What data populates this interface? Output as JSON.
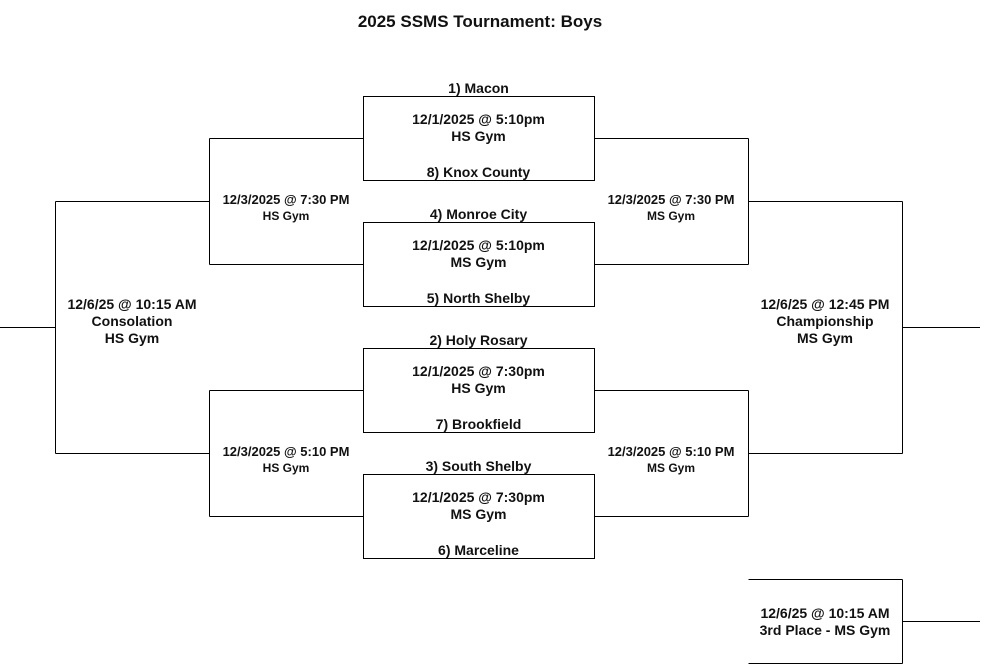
{
  "title": "2025 SSMS Tournament:  Boys",
  "round1": [
    {
      "top_team": "1) Macon",
      "date": "12/1/2025 @ 5:10pm",
      "location": "HS Gym",
      "bottom_team": "8) Knox County"
    },
    {
      "top_team": "4) Monroe City",
      "date": "12/1/2025 @ 5:10pm",
      "location": "MS Gym",
      "bottom_team": "5) North Shelby"
    },
    {
      "top_team": "2) Holy Rosary",
      "date": "12/1/2025 @ 7:30pm",
      "location": "HS Gym",
      "bottom_team": "7) Brookfield"
    },
    {
      "top_team": "3) South Shelby",
      "date": "12/1/2025 @ 7:30pm",
      "location": "MS Gym",
      "bottom_team": "6) Marceline"
    }
  ],
  "consolation_semis": [
    {
      "date": "12/3/2025 @ 7:30 PM",
      "location": "HS Gym"
    },
    {
      "date": "12/3/2025 @ 5:10 PM",
      "location": "HS Gym"
    }
  ],
  "winner_semis": [
    {
      "date": "12/3/2025 @ 7:30 PM",
      "location": "MS Gym"
    },
    {
      "date": "12/3/2025 @ 5:10 PM",
      "location": "MS Gym"
    }
  ],
  "consolation_final": {
    "date": "12/6/25 @ 10:15 AM",
    "name": "Consolation",
    "location": "HS Gym"
  },
  "championship": {
    "date": "12/6/25 @ 12:45 PM",
    "name": "Championship",
    "location": "MS Gym"
  },
  "third_place": {
    "date": "12/6/25 @ 10:15 AM",
    "label": "3rd Place - MS Gym"
  }
}
